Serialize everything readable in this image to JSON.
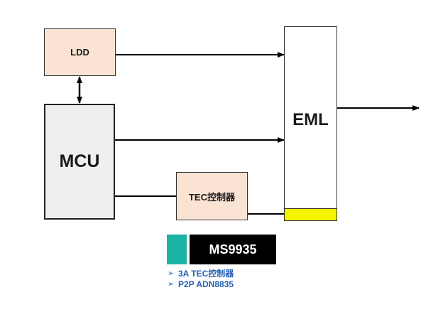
{
  "blocks": {
    "ldd": "LDD",
    "mcu": "MCU",
    "tec": "TEC控制器",
    "eml": "EML"
  },
  "chip": {
    "name": "MS9935",
    "accent_color": "#1ab3a4"
  },
  "features": [
    "3A TEC控制器",
    "P2P ADN8835"
  ],
  "feature_bullet": "➢",
  "colors": {
    "ldd_fill": "#fbe3d3",
    "mcu_fill": "#efefef",
    "tec_fill": "#fbe3d3",
    "eml_marker": "#f4f400",
    "feature_text": "#2460b5"
  }
}
